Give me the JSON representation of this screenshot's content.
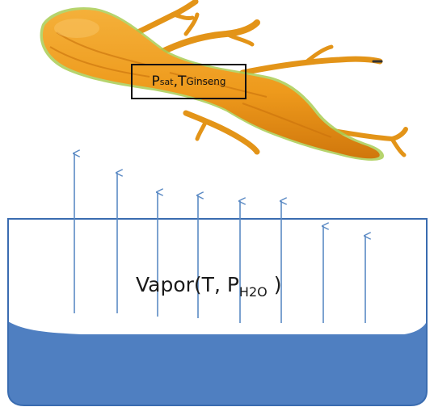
{
  "ginseng_label": {
    "p": "P",
    "p_sup": "sat",
    "comma": ", ",
    "t": "T",
    "t_sub": "Ginseng"
  },
  "vapor_label": {
    "prefix": "Vapor(T, P",
    "sub": "H2O",
    "close": ")"
  },
  "colors": {
    "root_fill": "#f0a020",
    "root_shadow": "#c06a08",
    "root_outline": "#9bc44a",
    "water": "#4f7fc1",
    "arrow": "#5b8ac4",
    "container_edge": "#3a6cb0"
  },
  "icons": [
    "ginseng-root-illustration",
    "up-arrow-icon"
  ]
}
